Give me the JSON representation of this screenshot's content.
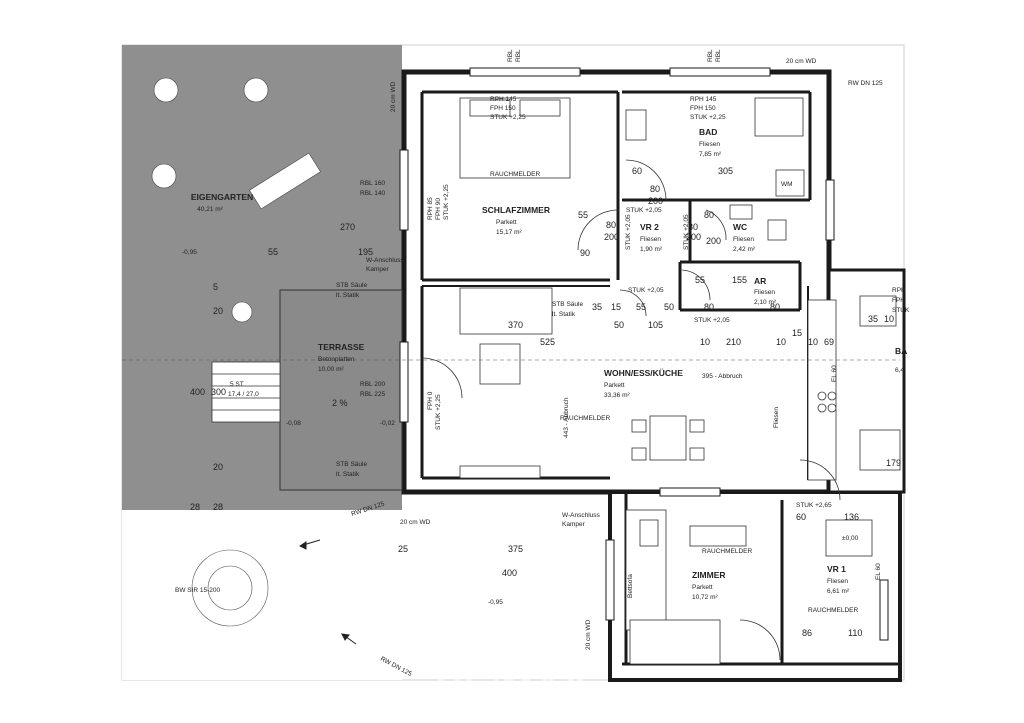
{
  "rooms": {
    "eigengarten": {
      "name": "EIGENGARTEN",
      "area": "40,21 m²"
    },
    "schlafzimmer": {
      "name": "SCHLAFZIMMER",
      "floor": "Parkett",
      "area": "15,17 m²"
    },
    "bad": {
      "name": "BAD",
      "floor": "Fliesen",
      "area": "7,85 m²"
    },
    "wc": {
      "name": "WC",
      "floor": "Fliesen",
      "area": "2,42 m²"
    },
    "vr2": {
      "name": "VR 2",
      "floor": "Fliesen",
      "area": "1,90 m²"
    },
    "ar": {
      "name": "AR",
      "floor": "Fliesen",
      "area": "2,10 m²"
    },
    "terrasse": {
      "name": "TERRASSE",
      "floor": "Betonplatten",
      "area": "10,00 m²"
    },
    "wohn": {
      "name": "WOHN/ESS/KÜCHE",
      "floor": "Parkett",
      "area": "33,36 m²"
    },
    "zimmer": {
      "name": "ZIMMER",
      "floor": "Parkett",
      "area": "10,72 m²"
    },
    "vr1": {
      "name": "VR 1",
      "floor": "Fliesen",
      "area": "6,61 m²"
    },
    "right_partial": {
      "name": "BA",
      "area": "6,4"
    }
  },
  "labels": {
    "rph1": "RPH 145",
    "fph1": "FPH 150",
    "stuk1": "STUK +2,25",
    "rph2": "RPH 145",
    "fph2": "FPH 150",
    "stuk2": "STUK +2,25",
    "rbl160": "RBL 160",
    "rbl140": "RBL 140",
    "rbl200": "RBL 200",
    "rbl225": "RBL 225",
    "rph85": "RPH 85",
    "fph90": "FPH 90",
    "stuk_v1": "STUK +2,25",
    "fph0": "FPH 0",
    "stuk_v2": "STUK +2,25",
    "rauch1": "RAUCHMELDER",
    "rauch2": "RAUCHMELDER",
    "rauch3": "RAUCHMELDER",
    "rauch4": "RAUCHMELDER",
    "stuk205a": "STUK +2,05",
    "stuk205b": "STUK +2,05",
    "stuk205c": "STUK +2,05",
    "stuk205v1": "STUK +2,05",
    "stuk205d": "STUK +2,05",
    "stuk265": "STUK +2,65",
    "stb1": "STB Säule",
    "stat1": "lt. Statik",
    "stb2": "STB Säule",
    "stat2": "lt. Statik",
    "stb3": "STB Säule",
    "stat3": "lt. Statik",
    "wd1": "20 cm WD",
    "wd2": "20 cm WD",
    "wd3": "20 cm WD",
    "wd4": "20 cm WD",
    "rw1": "RW DN 125",
    "rw2": "RW DN 125",
    "rw3": "RW DN 125",
    "wanschl1": "W-Anschluss",
    "kamper1": "Kamper",
    "wanschl2": "W-Anschluss",
    "kamper2": "Kamper",
    "bw": "BW SIR 15-200",
    "h1": "-0,95",
    "h2": "-0,08",
    "h3": "-0,02",
    "h4": "-0,95",
    "h5": "±0,00",
    "stairs": "5 ST",
    "stairs2": "17,4 / 27,0",
    "slope": "2 %",
    "abbruch1": "443 - Abbruch",
    "abbruch2": "395 - Abbruch",
    "wm": "WM",
    "bettsofa": "Bettsofa",
    "fliesen_v": "Fliesen",
    "el60a": "EL 60",
    "el60b": "EL 60",
    "rbl_a": "RBL",
    "rbl_b": "RBL",
    "rbl_c": "RBL",
    "rbl_d": "RBL",
    "rph_r": "RPH",
    "fph_r": "FPH",
    "stuk_r": "STUK",
    "watermark": "RE/MAX",
    "dim270": "270",
    "dim55a": "55",
    "dim195": "195",
    "dim5": "5",
    "dim20a": "20",
    "dim400a": "400",
    "dim300": "300",
    "dim20b": "20",
    "dim28a": "28",
    "dim28b": "28",
    "dim55b": "55",
    "dim90": "90",
    "dim80a": "80",
    "dim200a": "200",
    "dim60a": "60",
    "dim80b": "80",
    "dim200b": "200",
    "dim305": "305",
    "dim80c": "80",
    "dim200c": "200",
    "dim80d": "80",
    "dim200d": "200",
    "dim55c": "55",
    "dim155": "155",
    "dim80e": "80",
    "dim80f": "80",
    "dim35": "35",
    "dim15a": "15",
    "dim55d": "55",
    "dim50a": "50",
    "dim370": "370",
    "dim50b": "50",
    "dim105": "105",
    "dim525": "525",
    "dim10a": "10",
    "dim210": "210",
    "dim10b": "10",
    "dim15b": "15",
    "dim10c": "10",
    "dim69": "69",
    "dim35r": "35",
    "dim10r": "10",
    "dim179": "179",
    "dim25": "25",
    "dim375": "375",
    "dim400b": "400",
    "dim60b": "60",
    "dim136": "136",
    "dim86": "86",
    "dim110": "110"
  }
}
